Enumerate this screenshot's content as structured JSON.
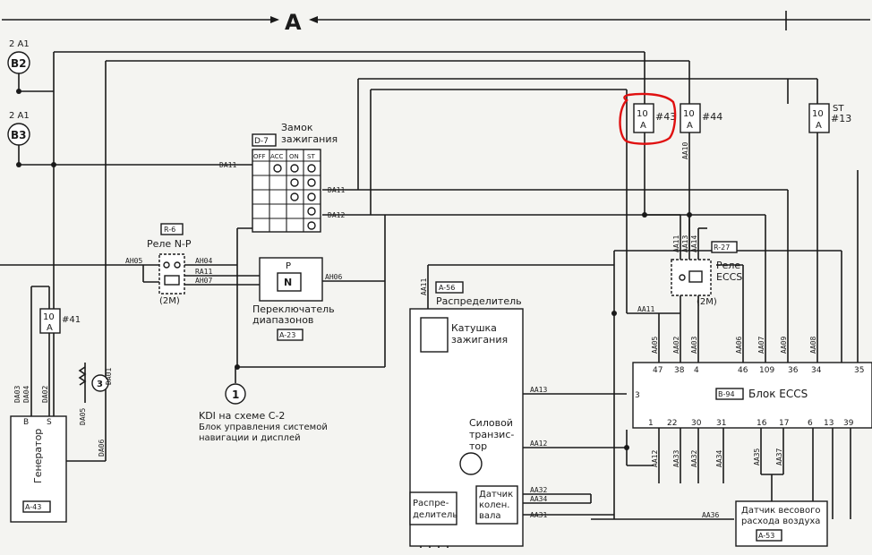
{
  "section_label": "A",
  "left_refs": [
    {
      "ref": "2 A1",
      "circle": "B2"
    },
    {
      "ref": "2 A1",
      "circle": "B3"
    }
  ],
  "fuses": {
    "f43": {
      "rating": "10",
      "unit": "A",
      "label": "#43"
    },
    "f44": {
      "rating": "10",
      "unit": "A",
      "label": "#44"
    },
    "f13": {
      "rating": "10",
      "unit": "A",
      "label": "#13",
      "prefix": "ST"
    },
    "f41": {
      "rating": "10",
      "unit": "A",
      "label": "#41"
    }
  },
  "ignition": {
    "ref": "D-7",
    "title_line1": "Замок",
    "title_line2": "зажигания",
    "columns": [
      "OFF",
      "ACC",
      "ON",
      "ST"
    ]
  },
  "relay_np": {
    "ref": "R-6",
    "title": "Реле N-P",
    "bottom": "(2M)"
  },
  "range_switch": {
    "letter_p": "P",
    "letter_n": "N",
    "line1": "Переключатель",
    "line2": "диапазонов",
    "ref": "A-23"
  },
  "distributor": {
    "ref": "A-56",
    "title": "Распределитель"
  },
  "coil": {
    "line1": "Катушка",
    "line2": "зажигания"
  },
  "transistor": {
    "line1": "Силовой",
    "line2": "транзис-",
    "line3": "тор"
  },
  "distributor_sub": {
    "line1": "Распре-",
    "line2": "делитель"
  },
  "crank_sensor": {
    "line1": "Датчик",
    "line2": "колен.",
    "line3": "вала"
  },
  "relay_eccs": {
    "ref": "R-27",
    "line1": "Реле",
    "line2": "ECCS",
    "bottom": "(2M)"
  },
  "eccs_block": {
    "ref": "B-94",
    "title": "Блок ECCS",
    "top_pins": [
      "47",
      "38",
      "4",
      "46",
      "109",
      "36",
      "34",
      "35"
    ],
    "left_pin": "3",
    "bottom_pins": [
      "1",
      "22",
      "30",
      "31",
      "16",
      "17",
      "6",
      "13",
      "39"
    ]
  },
  "air_sensor": {
    "line1": "Датчик весового",
    "line2": "расхода воздуха",
    "ref": "A-53"
  },
  "generator": {
    "title": "Генератор",
    "ref": "A-43",
    "pins": [
      "B",
      "S"
    ]
  },
  "kdi_note": {
    "num": "1",
    "line1": "KDI на схеме C-2",
    "line2": "Блок управления системой",
    "line3": "навигации и дисплей"
  },
  "ground_num": "3",
  "wire_labels": {
    "da11_top": "DA11",
    "da11_mid": "DA11",
    "da12": "DA12",
    "ah05": "AH05",
    "ah04": "AH04",
    "ra11": "RA11",
    "ah07": "AH07",
    "ah06": "AH06",
    "aa11_dist": "AA11",
    "aa13": "AA13",
    "aa12": "AA12",
    "aa32": "AA32",
    "aa34": "AA34",
    "aa31": "AA31",
    "aa36": "AA36",
    "aa10": "AA10",
    "aa11_r": "AA11",
    "aa13_r": "AA13",
    "aa14": "AA14",
    "aa11_block": "AA11",
    "aa05": "AA05",
    "aa02": "AA02",
    "aa03": "AA03",
    "aa06": "AA06",
    "aa07": "AA07",
    "aa08": "AA08",
    "aa09": "AA09",
    "aa12_b": "AA12",
    "aa33": "AA33",
    "aa32_b": "AA32",
    "aa34_b": "AA34",
    "aa35": "AA35",
    "aa37": "AA37",
    "da03": "DA03",
    "da04": "DA04",
    "da02": "DA02",
    "da01": "DA01",
    "da05": "DA05",
    "da06": "DA06"
  }
}
